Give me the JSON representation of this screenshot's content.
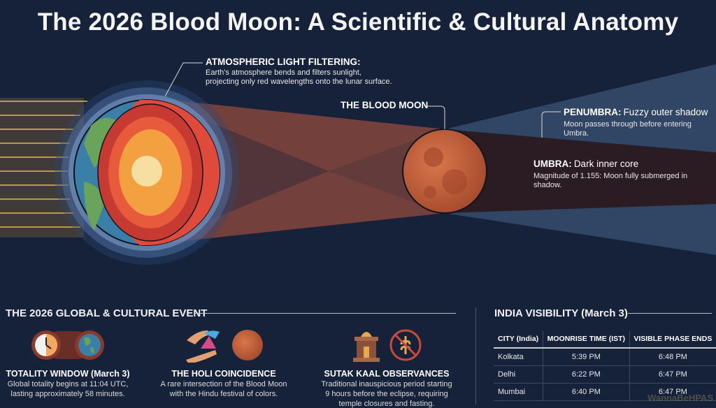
{
  "title": "The 2026 Blood Moon: A Scientific & Cultural Anatomy",
  "diagram": {
    "atmospheric": {
      "heading": "ATMOSPHERIC LIGHT FILTERING:",
      "text1": "Earth's atmosphere bends and filters sunlight,",
      "text2": "projecting only red wavelengths onto the lunar surface."
    },
    "blood_moon": "THE BLOOD MOON",
    "penumbra": {
      "label": "PENUMBRA:",
      "desc": "Fuzzy outer shadow",
      "text": "Moon passes through before entering Umbra."
    },
    "umbra": {
      "label": "UMBRA:",
      "desc": "Dark inner core",
      "text": "Magnitude of 1.155: Moon fully submerged in shadow."
    }
  },
  "event": {
    "heading": "THE 2026 GLOBAL & CULTURAL EVENT",
    "cards": [
      {
        "title": "TOTALITY WINDOW (March 3)",
        "line1": "Global totality begins at 11:04 UTC,",
        "line2": "lasting approximately 58 minutes."
      },
      {
        "title": "THE HOLI COINCIDENCE",
        "line1": "A rare intersection of the Blood Moon",
        "line2": "with the Hindu festival of colors."
      },
      {
        "title": "SUTAK KAAL OBSERVANCES",
        "line1": "Traditional inauspicious period starting",
        "line2": "9 hours before the eclipse, requiring",
        "line3": "temple closures and fasting."
      }
    ]
  },
  "india": {
    "heading": "INDIA VISIBILITY (March 3)",
    "columns": [
      "CITY (India)",
      "MOONRISE TIME (IST)",
      "VISIBLE PHASE ENDS"
    ],
    "rows": [
      [
        "Kolkata",
        "5:39 PM",
        "6:48 PM"
      ],
      [
        "Delhi",
        "6:22 PM",
        "6:47 PM"
      ],
      [
        "Mumbai",
        "6:40 PM",
        "6:47 PM"
      ]
    ]
  },
  "watermark": "WannaBeHPAS"
}
